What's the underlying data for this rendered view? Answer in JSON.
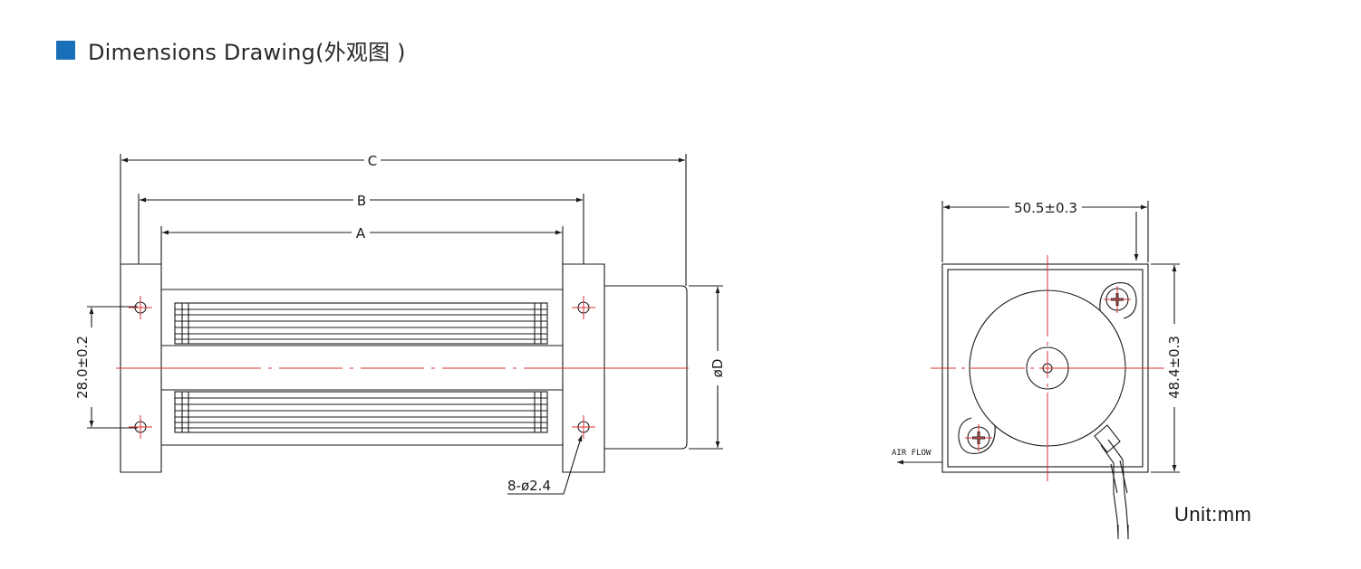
{
  "header": {
    "title": "Dimensions Drawing(外观图 )",
    "icon": "blue-square-icon",
    "accent_color": "#1a6fb9"
  },
  "side_view": {
    "dim_c": "C",
    "dim_b": "B",
    "dim_a": "A",
    "dim_height": "28.0±0.2",
    "dim_diameter": "øD",
    "dim_holes": "8-ø2.4"
  },
  "front_view": {
    "dim_width": "50.5±0.3",
    "dim_height": "48.4±0.3",
    "air_flow": "AIR FLOW"
  },
  "unit_label": "Unit:mm",
  "colors": {
    "outline": "#1a1a1a",
    "centerline": "#d93030"
  }
}
